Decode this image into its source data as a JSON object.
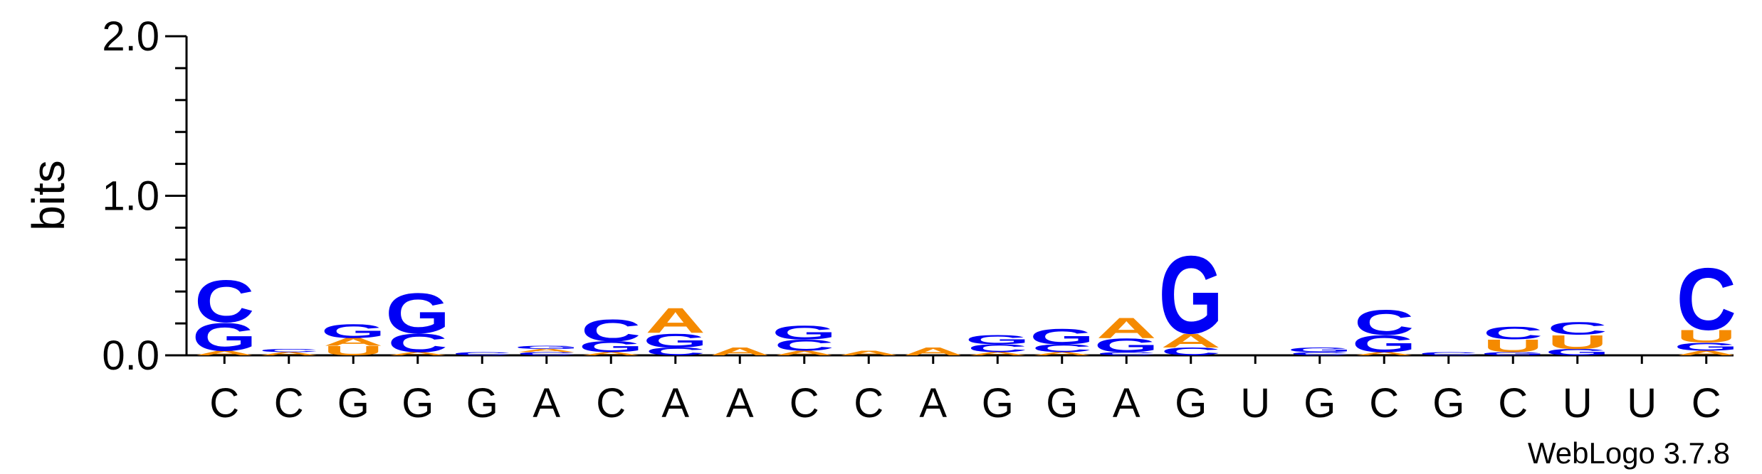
{
  "chart_data": {
    "type": "sequence-logo",
    "ylabel": "bits",
    "ylim": [
      0,
      2.0
    ],
    "yticks": [
      {
        "value": 0.0,
        "label": "0.0"
      },
      {
        "value": 1.0,
        "label": "1.0"
      },
      {
        "value": 2.0,
        "label": "2.0"
      }
    ],
    "watermark": "WebLogo 3.7.8",
    "colors": {
      "A": "#f58a00",
      "U": "#f58a00",
      "C": "#0000f5",
      "G": "#0000f5"
    },
    "positions": [
      {
        "label": "C",
        "stack": [
          {
            "letter": "A",
            "bits": 0.03
          },
          {
            "letter": "G",
            "bits": 0.18
          },
          {
            "letter": "C",
            "bits": 0.27
          }
        ]
      },
      {
        "label": "C",
        "stack": [
          {
            "letter": "A",
            "bits": 0.02
          },
          {
            "letter": "C",
            "bits": 0.02
          }
        ]
      },
      {
        "label": "G",
        "stack": [
          {
            "letter": "U",
            "bits": 0.06
          },
          {
            "letter": "A",
            "bits": 0.05
          },
          {
            "letter": "G",
            "bits": 0.09
          }
        ]
      },
      {
        "label": "G",
        "stack": [
          {
            "letter": "A",
            "bits": 0.02
          },
          {
            "letter": "C",
            "bits": 0.12
          },
          {
            "letter": "G",
            "bits": 0.26
          }
        ]
      },
      {
        "label": "G",
        "stack": [
          {
            "letter": "C",
            "bits": 0.02
          }
        ]
      },
      {
        "label": "A",
        "stack": [
          {
            "letter": "C",
            "bits": 0.02
          },
          {
            "letter": "A",
            "bits": 0.02
          },
          {
            "letter": "G",
            "bits": 0.02
          }
        ]
      },
      {
        "label": "C",
        "stack": [
          {
            "letter": "A",
            "bits": 0.02
          },
          {
            "letter": "G",
            "bits": 0.07
          },
          {
            "letter": "C",
            "bits": 0.14
          }
        ]
      },
      {
        "label": "A",
        "stack": [
          {
            "letter": "C",
            "bits": 0.05
          },
          {
            "letter": "G",
            "bits": 0.09
          },
          {
            "letter": "A",
            "bits": 0.16
          }
        ]
      },
      {
        "label": "A",
        "stack": [
          {
            "letter": "A",
            "bits": 0.05
          }
        ]
      },
      {
        "label": "C",
        "stack": [
          {
            "letter": "A",
            "bits": 0.03
          },
          {
            "letter": "C",
            "bits": 0.07
          },
          {
            "letter": "G",
            "bits": 0.09
          }
        ]
      },
      {
        "label": "C",
        "stack": [
          {
            "letter": "A",
            "bits": 0.03
          }
        ]
      },
      {
        "label": "A",
        "stack": [
          {
            "letter": "A",
            "bits": 0.05
          }
        ]
      },
      {
        "label": "G",
        "stack": [
          {
            "letter": "A",
            "bits": 0.02
          },
          {
            "letter": "C",
            "bits": 0.05
          },
          {
            "letter": "G",
            "bits": 0.06
          }
        ]
      },
      {
        "label": "G",
        "stack": [
          {
            "letter": "A",
            "bits": 0.02
          },
          {
            "letter": "C",
            "bits": 0.05
          },
          {
            "letter": "G",
            "bits": 0.1
          }
        ]
      },
      {
        "label": "A",
        "stack": [
          {
            "letter": "C",
            "bits": 0.02
          },
          {
            "letter": "G",
            "bits": 0.09
          },
          {
            "letter": "A",
            "bits": 0.13
          }
        ]
      },
      {
        "label": "G",
        "stack": [
          {
            "letter": "C",
            "bits": 0.05
          },
          {
            "letter": "A",
            "bits": 0.09
          },
          {
            "letter": "G",
            "bits": 0.5
          }
        ]
      },
      {
        "label": "U",
        "stack": []
      },
      {
        "label": "G",
        "stack": [
          {
            "letter": "C",
            "bits": 0.02
          },
          {
            "letter": "G",
            "bits": 0.03
          }
        ]
      },
      {
        "label": "C",
        "stack": [
          {
            "letter": "A",
            "bits": 0.02
          },
          {
            "letter": "G",
            "bits": 0.11
          },
          {
            "letter": "C",
            "bits": 0.16
          }
        ]
      },
      {
        "label": "G",
        "stack": [
          {
            "letter": "C",
            "bits": 0.02
          }
        ]
      },
      {
        "label": "C",
        "stack": [
          {
            "letter": "G",
            "bits": 0.02
          },
          {
            "letter": "U",
            "bits": 0.08
          },
          {
            "letter": "C",
            "bits": 0.08
          }
        ]
      },
      {
        "label": "U",
        "stack": [
          {
            "letter": "G",
            "bits": 0.04
          },
          {
            "letter": "U",
            "bits": 0.09
          },
          {
            "letter": "C",
            "bits": 0.08
          }
        ]
      },
      {
        "label": "U",
        "stack": []
      },
      {
        "label": "C",
        "stack": [
          {
            "letter": "A",
            "bits": 0.03
          },
          {
            "letter": "G",
            "bits": 0.05
          },
          {
            "letter": "U",
            "bits": 0.08
          },
          {
            "letter": "C",
            "bits": 0.4
          }
        ]
      }
    ]
  }
}
